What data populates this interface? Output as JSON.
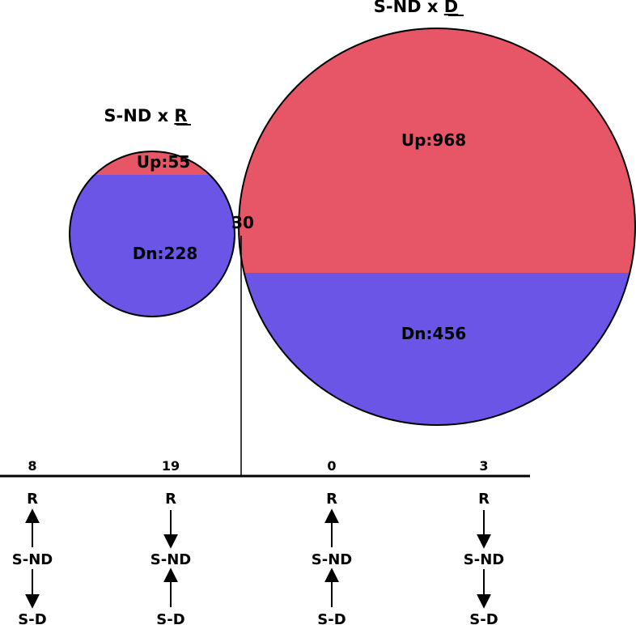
{
  "sets": {
    "small": {
      "title_prefix": "S-ND x ",
      "title_key": "R",
      "up": "Up:55",
      "down": "Dn:228"
    },
    "large": {
      "title_prefix": "S-ND x ",
      "title_key": "D",
      "up": "Up:968",
      "down": "Dn:456"
    },
    "overlap": "30"
  },
  "colors": {
    "up": "#E65667",
    "down": "#6A55E6",
    "overlap": "#FFFFFF",
    "outline": "#000000"
  },
  "patterns": [
    {
      "count": "8",
      "top": "R",
      "middle": "S-ND",
      "bottom": "S-D",
      "upper_arrow": "up",
      "lower_arrow": "down"
    },
    {
      "count": "19",
      "top": "R",
      "middle": "S-ND",
      "bottom": "S-D",
      "upper_arrow": "down",
      "lower_arrow": "up"
    },
    {
      "count": "0",
      "top": "R",
      "middle": "S-ND",
      "bottom": "S-D",
      "upper_arrow": "up",
      "lower_arrow": "up"
    },
    {
      "count": "3",
      "top": "R",
      "middle": "S-ND",
      "bottom": "S-D",
      "upper_arrow": "down",
      "lower_arrow": "down"
    }
  ]
}
